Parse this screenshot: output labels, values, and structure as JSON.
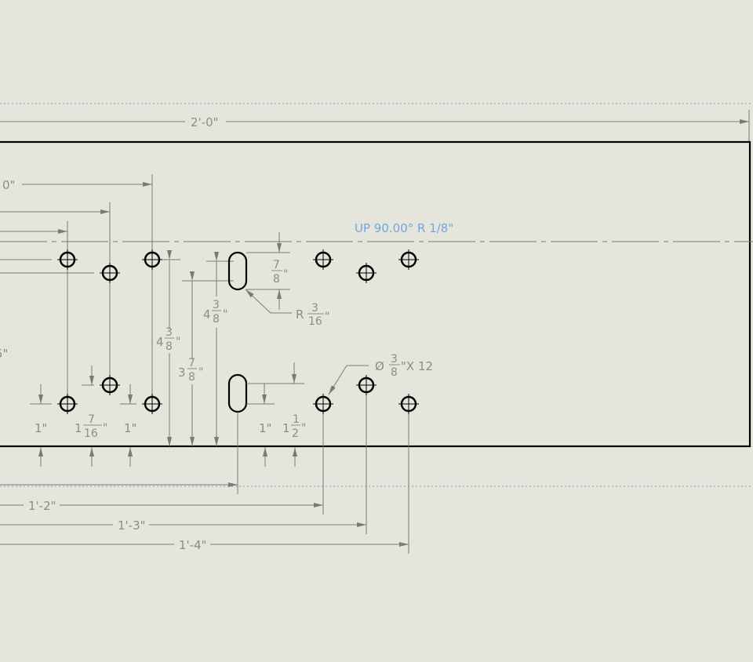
{
  "drawing": {
    "overall_width": "2'-0\"",
    "partial_top_dim": "0\"",
    "partial_left_dim": "5\"",
    "bend_note": "UP  90.00°  R 1/8\"",
    "hole_callout": {
      "symbol": "Ø",
      "num": "3",
      "den": "8",
      "suffix": "\"X 12"
    },
    "slot_radius": {
      "prefix": "R",
      "num": "3",
      "den": "16",
      "suffix": "\""
    },
    "slot_length": {
      "num": "7",
      "den": "8",
      "suffix": "\""
    },
    "vertical_dims": [
      {
        "whole": "4",
        "num": "3",
        "den": "8",
        "suffix": "\""
      },
      {
        "whole": "3",
        "num": "7",
        "den": "8",
        "suffix": "\""
      },
      {
        "whole": "4",
        "num": "3",
        "den": "8",
        "suffix": "\""
      }
    ],
    "bottom_dims": [
      {
        "label": "1\""
      },
      {
        "whole": "1",
        "num": "7",
        "den": "16",
        "suffix": "\""
      },
      {
        "label": "1\""
      },
      {
        "label": "1\""
      },
      {
        "whole": "1",
        "num": "1",
        "den": "2",
        "suffix": "\""
      }
    ],
    "horizontal_dims": [
      "1'-2\"",
      "1'-3\"",
      "1'-4\""
    ]
  },
  "colors": {
    "background": "#e6e5dc",
    "annotation": "#8c8c88",
    "bend_line": "#6fa8dc"
  }
}
